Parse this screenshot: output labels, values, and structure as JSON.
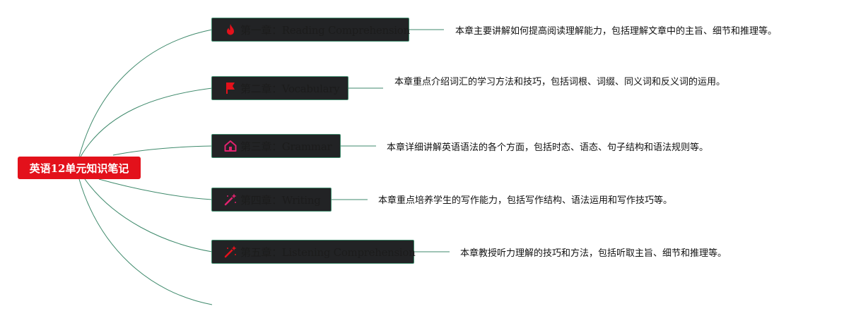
{
  "root": {
    "title": "英语12单元知识笔记"
  },
  "chapters": [
    {
      "title": "第一章：Reading Comprehension",
      "icon": "fire-icon",
      "icon_color": "#e3111b",
      "description": "本章主要讲解如何提高阅读理解能力，包括理解文章中的主旨、细节和推理等。"
    },
    {
      "title": "第二章：Vocabulary",
      "icon": "flag-icon",
      "icon_color": "#e3111b",
      "description": "本章重点介绍词汇的学习方法和技巧，包括词根、词缀、同义词和反义词的运用。"
    },
    {
      "title": "第三章：Grammar",
      "icon": "home-icon",
      "icon_color": "#e0226e",
      "description": "本章详细讲解英语语法的各个方面，包括时态、语态、句子结构和语法规则等。"
    },
    {
      "title": "第四章：Writing",
      "icon": "magic-wand-icon",
      "icon_color": "#e0226e",
      "description": "本章重点培养学生的写作能力，包括写作结构、语法运用和写作技巧等。"
    },
    {
      "title": "第五章：Listening Comprehension",
      "icon": "magic-wand-icon",
      "icon_color": "#e3111b",
      "description": "本章教授听力理解的技巧和方法，包括听取主旨、细节和推理等。"
    }
  ],
  "colors": {
    "root_bg": "#e3111b",
    "node_bg": "#222325",
    "node_border": "#3f8a6c",
    "link": "#3f8a6c"
  }
}
